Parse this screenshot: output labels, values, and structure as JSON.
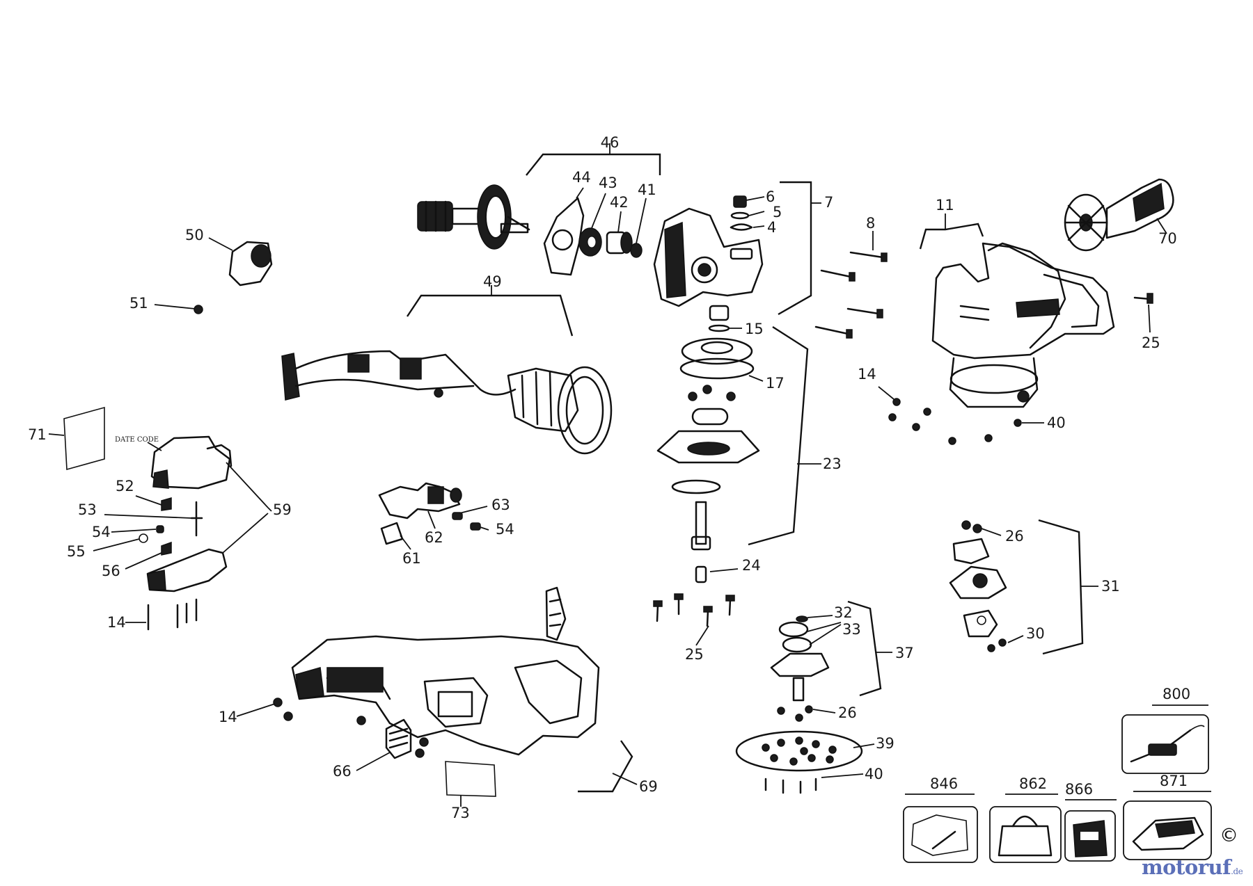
{
  "labels": {
    "p46": "46",
    "p44": "44",
    "p43": "43",
    "p42": "42",
    "p41": "41",
    "p6": "6",
    "p5": "5",
    "p4": "4",
    "p7": "7",
    "p8": "8",
    "p11": "11",
    "p70": "70",
    "p50": "50",
    "p51": "51",
    "p49": "49",
    "p15": "15",
    "p17": "17",
    "p25a": "25",
    "p14a": "14",
    "p40a": "40",
    "p23": "23",
    "p71": "71",
    "p59": "59",
    "p52": "52",
    "p53": "53",
    "p54a": "54",
    "p55": "55",
    "p56": "56",
    "p14b": "14",
    "p63": "63",
    "p54b": "54",
    "p62": "62",
    "p61": "61",
    "p24": "24",
    "p26a": "26",
    "p31": "31",
    "p30": "30",
    "p25b": "25",
    "p32": "32",
    "p33": "33",
    "p37": "37",
    "p26b": "26",
    "p39": "39",
    "p40b": "40",
    "p14c": "14",
    "p66": "66",
    "p69": "69",
    "p73": "73",
    "p800": "800",
    "p846": "846",
    "p862": "862",
    "p866": "866",
    "p871": "871"
  },
  "annotations": {
    "date_code": "DATE CODE"
  },
  "watermark": {
    "brand": "motoruf",
    "tld": ".de"
  },
  "copyright": "©"
}
